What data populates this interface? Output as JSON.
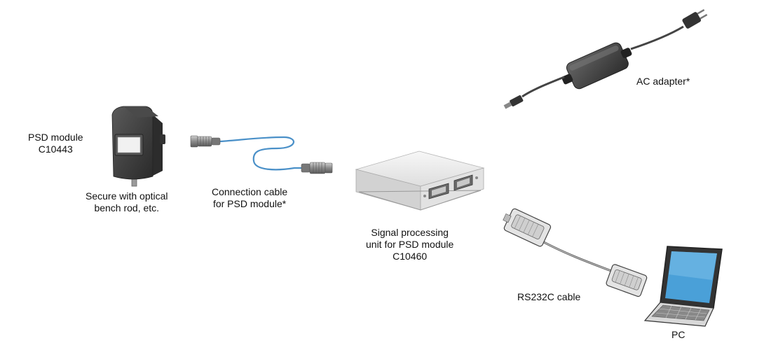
{
  "labels": {
    "psd_module": {
      "line1": "PSD module",
      "line2": "C10443"
    },
    "secure": {
      "line1": "Secure with optical",
      "line2": "bench rod, etc."
    },
    "connection_cable": {
      "line1": "Connection cable",
      "line2": "for PSD module*"
    },
    "signal_unit": {
      "line1": "Signal processing",
      "line2": "unit for PSD module",
      "line3": "C10460"
    },
    "ac_adapter": "AC adapter*",
    "rs232c_cable": "RS232C cable",
    "pc": "PC"
  },
  "colors": {
    "cable_blue": "#4a90c8",
    "device_dark": "#3a3a3a",
    "device_light": "#e6e6e6",
    "outline": "#444444"
  },
  "icons": [
    "psd-module-icon",
    "connection-cable-icon",
    "signal-processing-unit-icon",
    "ac-adapter-icon",
    "rs232c-cable-icon",
    "laptop-pc-icon"
  ]
}
